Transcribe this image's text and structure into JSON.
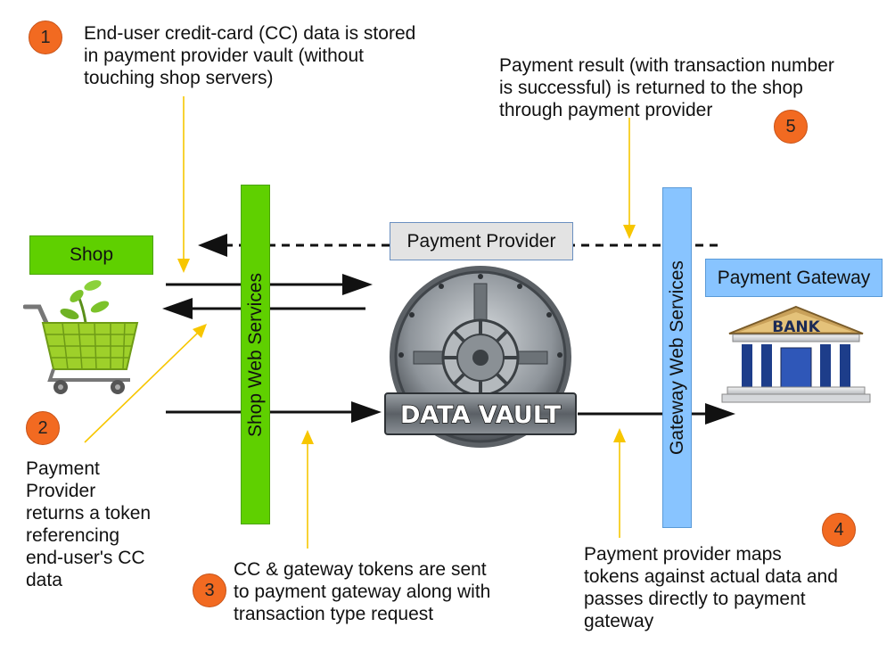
{
  "steps": [
    "1",
    "2",
    "3",
    "4",
    "5"
  ],
  "notes": {
    "n1": [
      "End-user credit-card (CC) data is stored",
      "in payment provider vault (without",
      "touching shop servers)"
    ],
    "n2": [
      "Payment",
      "Provider",
      "returns a token",
      "referencing",
      "end-user's CC",
      "data"
    ],
    "n3": [
      "CC & gateway tokens are sent",
      "to payment gateway along with",
      "transaction type request"
    ],
    "n4": [
      "Payment provider maps",
      "tokens against actual data and",
      "passes directly to payment",
      "gateway"
    ],
    "n5": [
      "Payment result (with transaction number",
      "is successful) is returned to the shop",
      "through payment provider"
    ]
  },
  "boxes": {
    "shop": "Shop",
    "payment_provider": "Payment Provider",
    "payment_gateway": "Payment Gateway",
    "shop_web_services": "Shop Web Services",
    "gateway_web_services": "Gateway Web Services"
  },
  "vault_label": "DATA VAULT",
  "bank_label": "BANK",
  "colors": {
    "step_circle": "#f26a21",
    "shop_green": "#5fd000",
    "gateway_blue": "#88c4ff",
    "provider_gray": "#e3e3e3",
    "arrow_yellow": "#f7c600"
  }
}
